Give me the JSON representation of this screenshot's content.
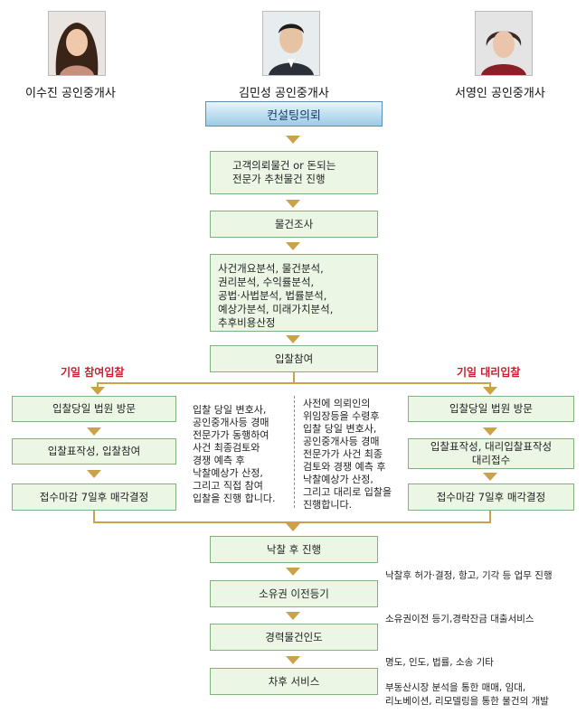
{
  "agents": [
    {
      "name": "이수진 공인중개사"
    },
    {
      "name": "김민성 공인중개사"
    },
    {
      "name": "서영인 공인중개사"
    }
  ],
  "header": "컨설팅의뢰",
  "steps": {
    "s1": "고객의뢰물건 or 돈되는\n전문가 추천물건 진행",
    "s2": "물건조사",
    "s3": "사건개요분석, 물건분석,\n권리분석, 수익률분석,\n공법·사법분석, 법률분석,\n예상가분석, 미래가치분석,\n추후비용산정",
    "s4": "입찰참여"
  },
  "left_branch": {
    "label": "기일 참여입찰",
    "b1": "입찰당일 법원 방문",
    "b2": "입찰표작성, 입찰참여",
    "b3": "접수마감 7일후 매각결정"
  },
  "right_branch": {
    "label": "기일 대리입찰",
    "b1": "입찰당일 법원 방문",
    "b2": "입찰표작성, 대리입찰표작성\n대리접수",
    "b3": "접수마감 7일후 매각결정"
  },
  "notes": {
    "left": "입찰 당일 변호사,\n공인중개사등 경매\n전문가가 동행하여\n사건 최종검토와\n경쟁 예측 후\n낙찰예상가 산정,\n그리고 직접 참여\n입찰을 진행 합니다.",
    "right": "사전에 의뢰인의\n위임장등을 수령후\n입찰 당일 변호사,\n공인중개사등 경매\n전문가가 사건 최종\n검토와 경쟁 예측 후\n낙찰예상가 산정,\n그리고 대리로 입찰을\n진행합니다."
  },
  "final": {
    "f1": "낙찰 후 진행",
    "f1_note": "낙찰후 허가·결정, 항고, 기각 등 업무 진행",
    "f2": "소유권 이전등기",
    "f2_note": "소유권이전 등기,경락잔금 대출서비스",
    "f3": "경력물건인도",
    "f3_note": "명도, 인도, 법률, 소송 기타",
    "f4": "차후 서비스",
    "f4_note": "부동산시장 분석을 통한 매매, 임대,\n리노베이션, 리모델링을 통한 물건의 개발"
  },
  "colors": {
    "box_fill": "#ecf6e5",
    "box_border": "#7fb37a",
    "arrow": "#c9a24a",
    "label_red": "#c9202f",
    "header_text": "#1a3f66"
  }
}
